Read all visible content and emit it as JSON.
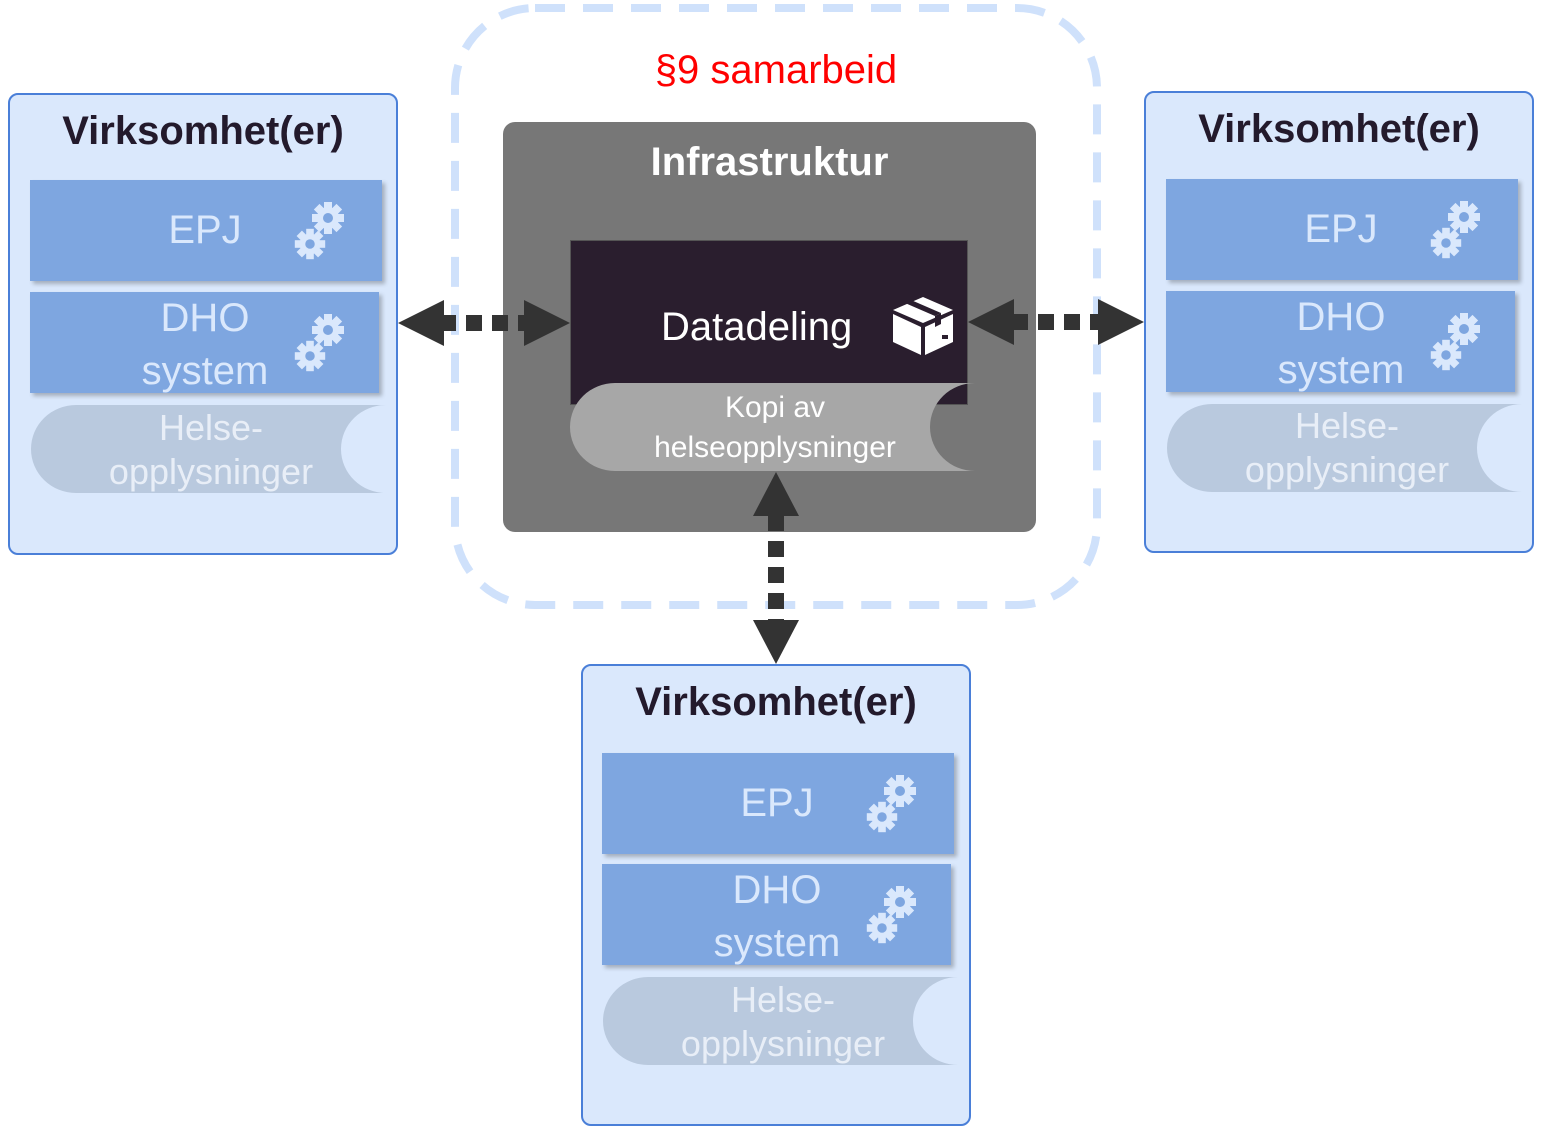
{
  "collaboration": {
    "title": "§9 samarbeid",
    "title_color": "#ff0000",
    "border_color": "#cfe1fb"
  },
  "infrastructure": {
    "title": "Infrastruktur",
    "service": {
      "label": "Datadeling",
      "icon": "package-icon"
    },
    "storage": {
      "label_line1": "Kopi av",
      "label_line2": "helseopplysninger"
    }
  },
  "organizations": [
    {
      "title": "Virksomhet(er)",
      "epj": "EPJ",
      "dho_line1": "DHO",
      "dho_line2": "system",
      "data_line1": "Helse-",
      "data_line2": "opplysninger"
    },
    {
      "title": "Virksomhet(er)",
      "epj": "EPJ",
      "dho_line1": "DHO",
      "dho_line2": "system",
      "data_line1": "Helse-",
      "data_line2": "opplysninger"
    },
    {
      "title": "Virksomhet(er)",
      "epj": "EPJ",
      "dho_line1": "DHO",
      "dho_line2": "system",
      "data_line1": "Helse-",
      "data_line2": "opplysninger"
    }
  ],
  "colors": {
    "org_fill": "#dae8fc",
    "org_border": "#4a7fd8",
    "system_fill": "#7ea6e0",
    "infra_fill": "#777777",
    "service_fill": "#2a1e2e",
    "arrow": "#333333"
  }
}
